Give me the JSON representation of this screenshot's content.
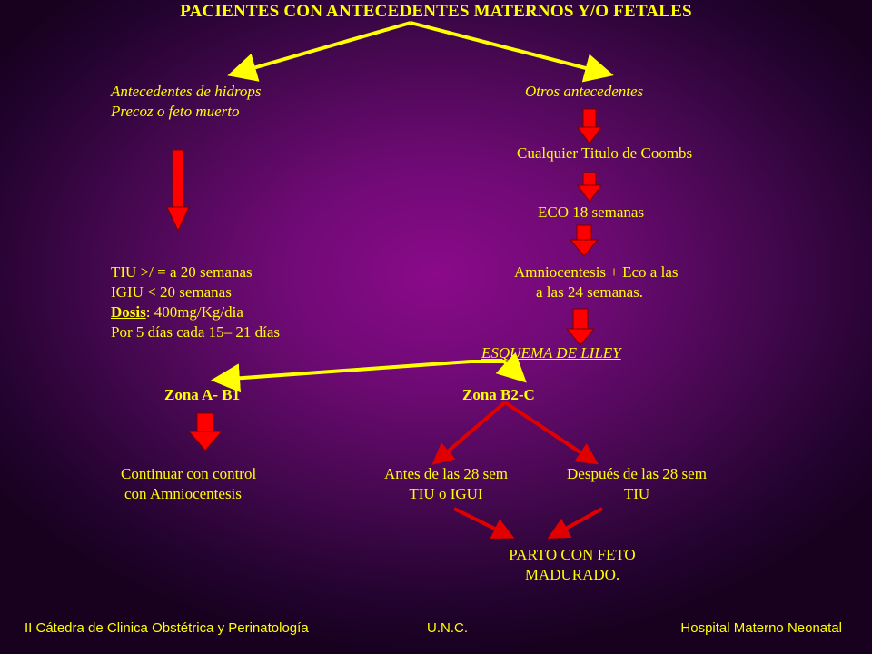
{
  "title": "PACIENTES CON ANTECEDENTES MATERNOS Y/O FETALES",
  "left_branch": {
    "heading_lines": [
      "Antecedentes de hidrops",
      "Precoz o feto muerto"
    ],
    "treatment": {
      "line1": "TIU  >/ = a 20 semanas",
      "line2": "IGIU < 20 semanas",
      "dose_label": "Dosis",
      "dose_value": ": 400mg/Kg/dia",
      "line4": "Por 5 días cada 15– 21 días"
    }
  },
  "right_branch": {
    "heading": "Otros antecedentes",
    "step1": "Cualquier Titulo de Coombs",
    "step2": "ECO 18 semanas",
    "step3_lines": [
      "Amniocentesis + Eco a las",
      "a las 24 semanas."
    ],
    "scheme": "ESQUEMA DE LILEY"
  },
  "zones": {
    "zone_a": "Zona A- B1",
    "zone_b": "Zona B2-C",
    "zone_a_action": [
      "Continuar con control",
      "con Amniocentesis"
    ],
    "before_28": [
      "Antes de las 28 sem",
      "TIU o IGUI"
    ],
    "after_28": [
      "Después de las 28 sem",
      "TIU"
    ],
    "outcome": [
      "PARTO CON FETO",
      "MADURADO."
    ]
  },
  "footer": {
    "left": "II Cátedra de Clinica Obstétrica y Perinatología",
    "center": "U.N.C.",
    "right": "Hospital Materno Neonatal"
  },
  "colors": {
    "text": "#ffff00",
    "connector": "#ffff00",
    "block_arrow": "#ff0000",
    "red_arrow": "#e00000",
    "background_center": "#8a0a8a",
    "background_edge": "#17011f"
  }
}
